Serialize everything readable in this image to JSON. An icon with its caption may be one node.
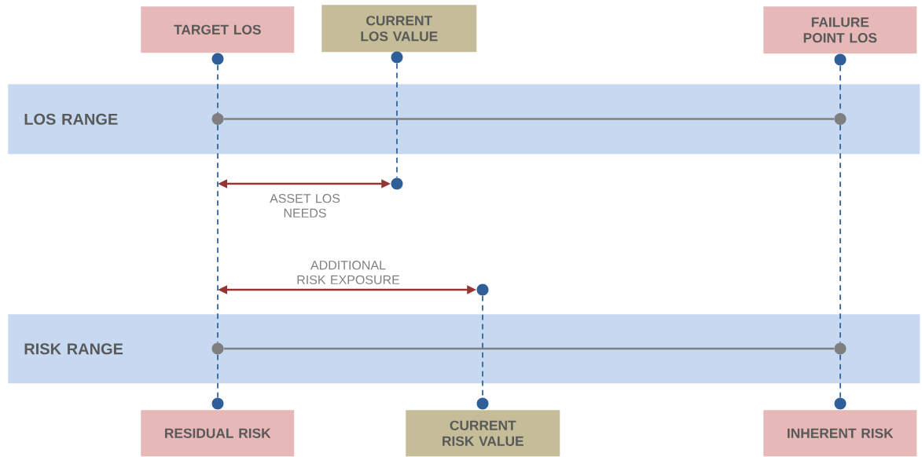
{
  "diagram": {
    "nodes": [
      {
        "text": [
          "TARGET LOS"
        ]
      },
      {
        "text": [
          "CURRENT LOS VALUE"
        ]
      },
      {
        "text": [
          "FAILURE POINT LOS"
        ]
      },
      {
        "text": [
          "LOS RANGE"
        ]
      },
      {
        "text": [
          "RISK RANGE"
        ]
      },
      {
        "text": [
          "RESIDUAL RISK"
        ]
      },
      {
        "text": [
          "CURRENT RISK VALUE"
        ]
      },
      {
        "text": [
          "INHERENT RISK"
        ]
      },
      {
        "text": [],
        "shape": "circle"
      },
      {
        "text": [],
        "shape": "circle"
      },
      {
        "text": [],
        "shape": "circle"
      },
      {
        "text": [],
        "shape": "circle",
        "in": 3
      },
      {
        "text": [],
        "shape": "circle",
        "in": 3
      },
      {
        "text": [],
        "shape": "circle"
      },
      {
        "text": [],
        "shape": "circle"
      },
      {
        "text": [],
        "shape": "circle",
        "in": 4
      },
      {
        "text": [],
        "shape": "circle",
        "in": 4
      },
      {
        "text": [],
        "shape": "circle"
      },
      {
        "text": [],
        "shape": "circle"
      },
      {
        "text": [],
        "shape": "circle"
      }
    ],
    "edges": [
      {
        "from": 8,
        "to": 11,
        "arrow": "none",
        "style": "dashed",
        "color": "#2f5f98"
      },
      {
        "from": 11,
        "to": 15,
        "arrow": "none",
        "style": "dashed",
        "color": "#2f5f98"
      },
      {
        "from": 15,
        "to": 17,
        "arrow": "none",
        "style": "dashed",
        "color": "#2f5f98"
      },
      {
        "from": 9,
        "to": 13,
        "arrow": "none",
        "style": "dashed",
        "color": "#2f5f98"
      },
      {
        "from": 10,
        "to": 12,
        "arrow": "none",
        "style": "dashed",
        "color": "#2f5f98"
      },
      {
        "from": 12,
        "to": 16,
        "arrow": "none",
        "style": "dashed",
        "color": "#2f5f98"
      },
      {
        "from": 16,
        "to": 19,
        "arrow": "none",
        "style": "dashed",
        "color": "#2f5f98"
      },
      {
        "from": 14,
        "to": 18,
        "arrow": "none",
        "style": "dashed",
        "color": "#2f5f98"
      },
      {
        "from": 11,
        "to": 12,
        "arrow": "none",
        "color": "#7f7f7f"
      },
      {
        "from": 15,
        "to": 16,
        "arrow": "none",
        "color": "#7f7f7f"
      },
      {
        "from": null,
        "to": 13,
        "arrow": "both",
        "label": "ASSET LOS NEEDS",
        "color": "#943634"
      },
      {
        "from": null,
        "to": 14,
        "arrow": "both",
        "label": "ADDITIONAL RISK EXPOSURE",
        "color": "#943634"
      }
    ]
  }
}
